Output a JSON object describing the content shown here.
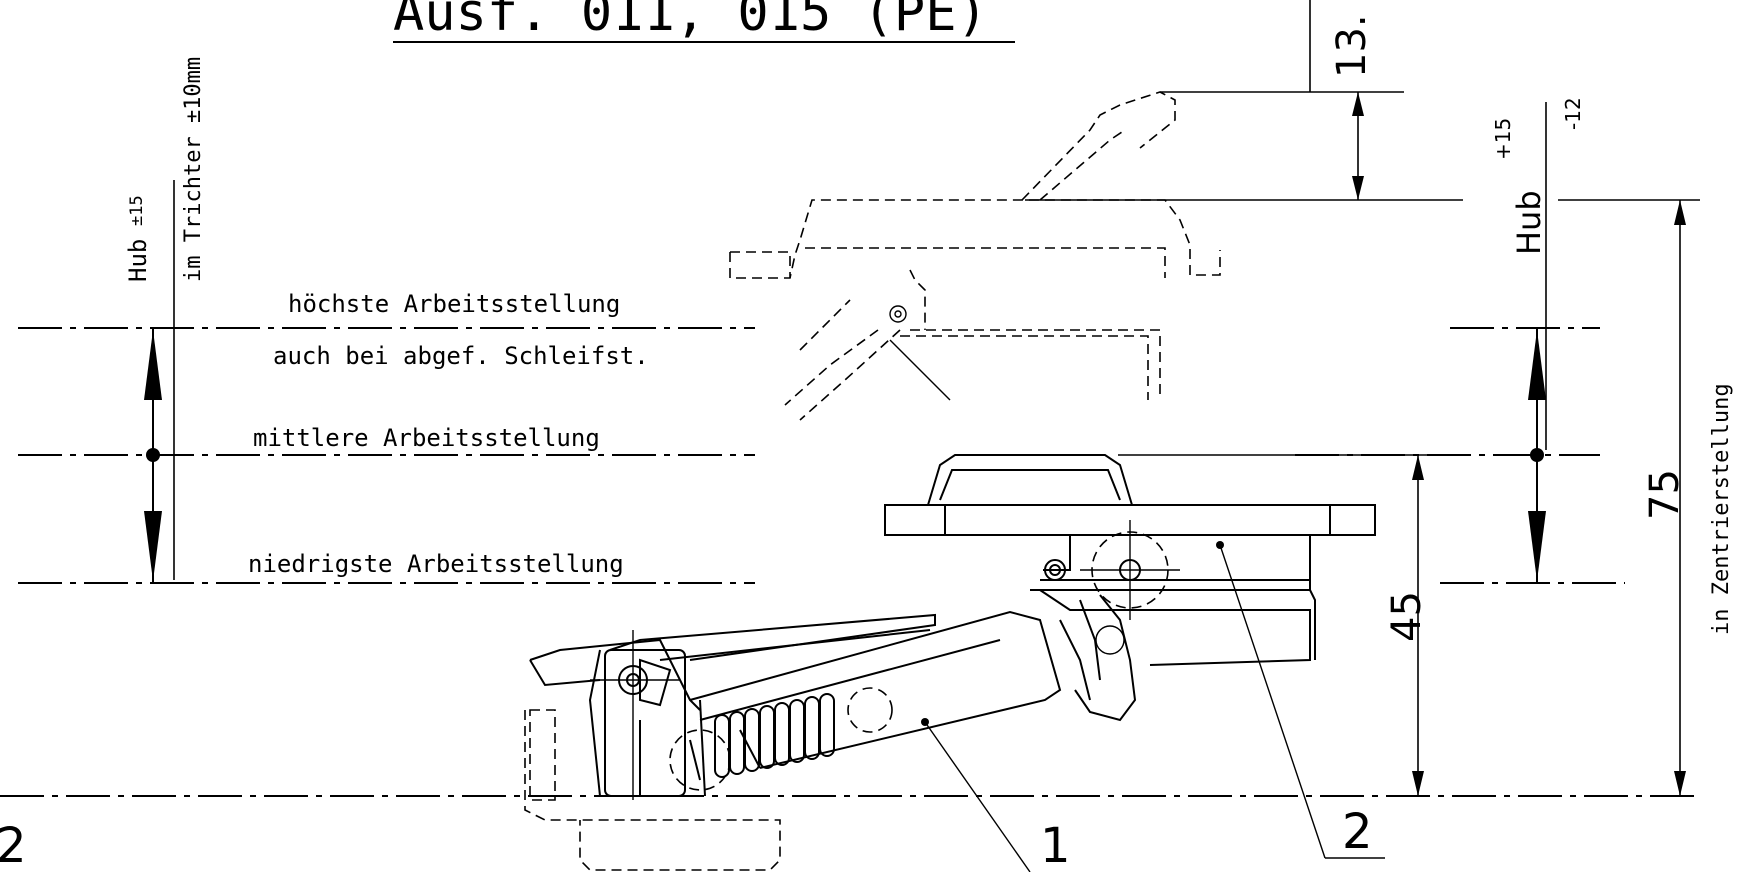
{
  "title": "Ausf. 011, 015 (PE)",
  "top_dim_partial": "13.",
  "hub_left": {
    "label": "Hub",
    "tol": "±15"
  },
  "funnel_note": "im Trichter ±10mm",
  "hub_right": {
    "label": "Hub",
    "tol_upper": "+15",
    "tol_lower": "-12"
  },
  "positions": {
    "highest": "höchste Arbeitsstellung",
    "highest_note": "auch bei abgef. Schleifst.",
    "middle": "mittlere Arbeitsstellung",
    "lowest": "niedrigste Arbeitsstellung"
  },
  "dims": {
    "d45": "45",
    "d75": "75"
  },
  "centering_note": "in Zentrierstellung",
  "callouts": {
    "one": "1",
    "two": "2",
    "left_edge": "2"
  }
}
